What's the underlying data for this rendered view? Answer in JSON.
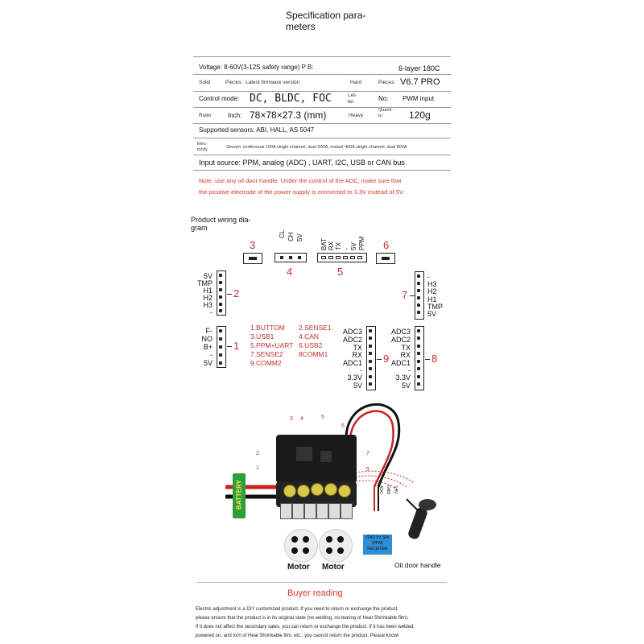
{
  "title": "Specification para-\nmeters",
  "spec": {
    "voltage": "Voltage: 8-60V(3-12S safety range) P B:",
    "layer": "6-layer 180C",
    "solid": "Solid",
    "pieces1": "Pieces:",
    "firmware": "Latest firmware version",
    "hard": "Hard",
    "pieces2": "Pieces:",
    "version": "V6.7 PRO",
    "control_mode_label": "Control mode:",
    "control_mode": "DC, BLDC, FOC",
    "letter": "Let-\nter",
    "no": "No:",
    "pwm": "PWM input",
    "ruler": "Ruler",
    "inch": "Inch:",
    "dimensions": "78×78×27.3 (mm)",
    "heavy": "Heavy",
    "quantity": "Quanti-\nty:",
    "weight": "120g",
    "sensors": "Supported sensors: ABI, HALL, AS 5047",
    "electricity": "Elec-\ntricity",
    "stream": "Stream: continuous 100A single-channel, dual 200A, instant 400A single-channel, dual 800A",
    "input_source": "Input source: PPM, analog (ADC) , UART, I2C, USB or CAN bus",
    "note": "Note: use any oil door handle. Under the control of the ADC, make sure that\nthe positive electrode of the power supply is connected to 3.3V instead of 5V."
  },
  "wiring": {
    "title": "Product wiring dia-\ngram",
    "n3": "3",
    "n6": "6",
    "n4": "4",
    "n5": "5",
    "n2": "2",
    "n1": "1",
    "n7": "7",
    "n9": "9",
    "n8": "8",
    "conn4_labels": [
      "CL",
      "CH",
      "5V"
    ],
    "conn5_labels": [
      "BAT",
      "RX",
      "TX",
      "-",
      "5V",
      "PPM"
    ],
    "conn2_labels": [
      "5V",
      "TMP",
      "H1",
      "H2",
      "H3",
      "-"
    ],
    "conn1_labels": [
      "F-",
      "NO",
      "B+",
      "-",
      "5V"
    ],
    "conn7_labels": [
      "-",
      "H3",
      "H2",
      "H1",
      "TMP",
      "5V"
    ],
    "conn9_labels": [
      "ADC3",
      "ADC2",
      "TX",
      "RX",
      "ADC1",
      "-",
      "3.3V",
      "5V"
    ],
    "conn8_labels": [
      "ADC3",
      "ADC2",
      "TX",
      "RX",
      "ADC1",
      "-",
      "3.3V",
      "5V"
    ],
    "legend_left": [
      "1.BUTTOM",
      "3.USB1",
      "5.PPM+UART",
      "7.SENSE2",
      "9.COMM2"
    ],
    "legend_right": [
      "2.SENSE1",
      "4.CAN",
      "6.USB2",
      "8COMM1"
    ]
  },
  "photo": {
    "battery": "BATTERY",
    "motor1": "Motor",
    "motor2": "Motor",
    "receiver": "GND 5V SIN\n(PPM)\nRECEIVER",
    "throttle": "Oil door handle",
    "wire_labels": [
      "ADC",
      "GND",
      "3.3V"
    ],
    "c3": "3",
    "c4": "4",
    "c5": "5",
    "c6": "6",
    "c2": "2",
    "c1": "1",
    "c7": "7",
    "c9": "9"
  },
  "buyer": {
    "heading": "Buyer reading",
    "text": "Electric adjustment is a DIY customized product. If you need to return or exchange the product,\nplease ensure that the product is in its original state (no welding, no tearing of Heat Shrinkable film).\nIf it does not affect the secondary sales, you can return or exchange the product. If it has been welded,\npowered on, and torn of Heat Shrinkable film, etc., you cannot return the product. Please know!"
  },
  "colors": {
    "accent_red": "#d9362b",
    "battery_green": "#2e9e3a",
    "receiver_blue": "#2f8fd6"
  }
}
